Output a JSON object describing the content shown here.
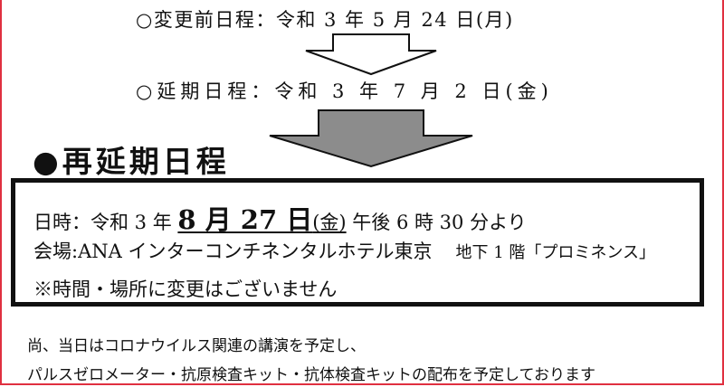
{
  "schedule": {
    "before": "○変更前日程：令和 3 年 5 月 24 日(月)",
    "postponed": "○延期日程：令和 3 年 7 月 2 日(金)",
    "heading": "●再延期日程"
  },
  "box": {
    "date_prefix": "日時：令和 3 年 ",
    "date_main": "8 月 27 日",
    "date_weekday": "(金)",
    "date_suffix": " 午後 6 時 30 分より",
    "venue": "会場:ANA インターコンチネンタルホテル東京",
    "venue_floor": "地下 1 階「プロミネンス」",
    "note": "※時間・場所に変更はございません"
  },
  "notes": {
    "line1": "尚、当日はコロナウイルス関連の講演を予定し、",
    "line2": "パルスゼロメーター・抗原検査キット・抗体検査キットの配布を予定しております"
  },
  "colors": {
    "frame_border": "#e03040",
    "arrow_fill": "#8c8c8c"
  },
  "icons": {
    "arrow1": "down-arrow-outline-icon",
    "arrow2": "down-arrow-filled-icon"
  }
}
